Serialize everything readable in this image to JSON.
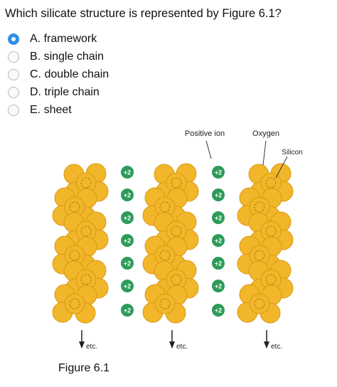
{
  "question": "Which silicate structure is represented by Figure 6.1?",
  "options": [
    {
      "label": "A. framework",
      "selected": true
    },
    {
      "label": "B. single chain",
      "selected": false
    },
    {
      "label": "C. double chain",
      "selected": false
    },
    {
      "label": "D. triple chain",
      "selected": false
    },
    {
      "label": "E. sheet",
      "selected": false
    }
  ],
  "figure": {
    "labels": {
      "positive_ion": "Positive ion",
      "oxygen": "Oxygen",
      "silicon": "Silicon",
      "ion_charge": "+2",
      "etc": "etc."
    },
    "caption": "Figure 6.1",
    "colors": {
      "oxygen": "#f2b62a",
      "oxygen_edge": "#d99a10",
      "ion": "#2e9b5a",
      "ion_text": "#ffffff"
    }
  }
}
